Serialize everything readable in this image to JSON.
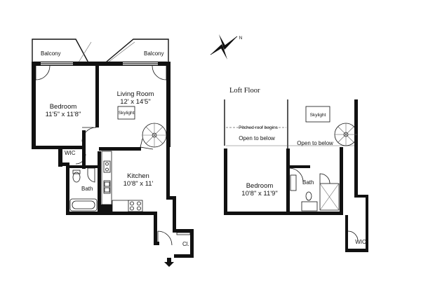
{
  "lower": {
    "balcony_left": "Balcony",
    "balcony_right": "Balcony",
    "bedroom_name": "Bedroom",
    "bedroom_dim": "11'5\" x 11'8\"",
    "living_name": "Living Room",
    "living_dim": "12' x 14'5\"",
    "skylight": "Skylight",
    "wic": "WIC",
    "bath": "Bath",
    "kitchen_name": "Kitchen",
    "kitchen_dim": "10'8\" x 11'",
    "closet": "Cl."
  },
  "loft": {
    "title": "Loft Floor",
    "pitched": "Pitched roof begins",
    "open_left": "Open to below",
    "open_right": "Open to below",
    "skylight": "Skylight",
    "bedroom_name": "Bedroom",
    "bedroom_dim": "10'8\" x 11'9\"",
    "bath": "Bath",
    "wic": "WIC"
  },
  "compass": {
    "label": "N"
  }
}
